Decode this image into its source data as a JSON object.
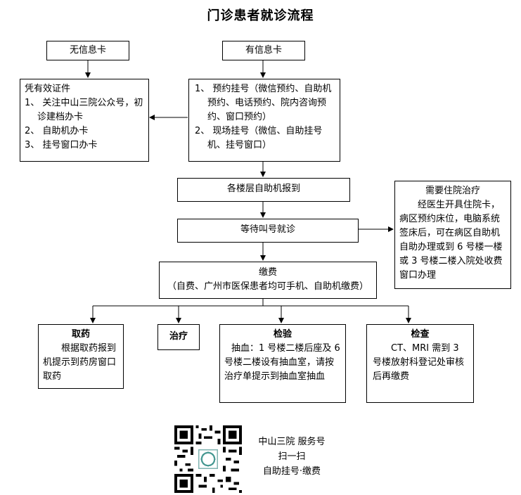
{
  "title": "门诊患者就诊流程",
  "no_card": {
    "label": "无信息卡",
    "heading": "凭有效证件",
    "items": [
      "1、 关注中山三院公众号，初诊建档办卡",
      "2、 自助机办卡",
      "3、 挂号窗口办卡"
    ]
  },
  "has_card": {
    "label": "有信息卡",
    "items": [
      "1、 预约挂号（微信预约、自助机预约、电话预约、院内咨询预约、窗口预约）",
      "2、 现场挂号（微信、自助挂号机、挂号窗口）"
    ]
  },
  "checkin": "各楼层自助机报到",
  "wait": "等待叫号就诊",
  "inpatient": {
    "title": "需要住院治疗",
    "text": "经医生开具住院卡，病区预约床位，电脑系统签床后，可在病区自助机自助办理或到 6 号楼一楼或 3 号楼二楼入院处收费窗口办理"
  },
  "payment": {
    "title": "缴费",
    "note": "（自费、广州市医保患者均可手机、自助机缴费）"
  },
  "branches": {
    "medicine": {
      "title": "取药",
      "text": "根据取药报到机提示到药房窗口取药"
    },
    "treatment": {
      "title": "治疗"
    },
    "lab": {
      "title": "检验",
      "text": "抽血：1 号楼二楼后座及 6 号楼二楼设有抽血室，请按治疗单提示到抽血室抽血"
    },
    "exam": {
      "title": "检查",
      "text": "CT、MRI 需到 3 号楼放射科登记处审核后再缴费"
    }
  },
  "qr": {
    "line1": "中山三院 服务号",
    "line2": "扫一扫",
    "line3": "自助挂号·缴费"
  }
}
